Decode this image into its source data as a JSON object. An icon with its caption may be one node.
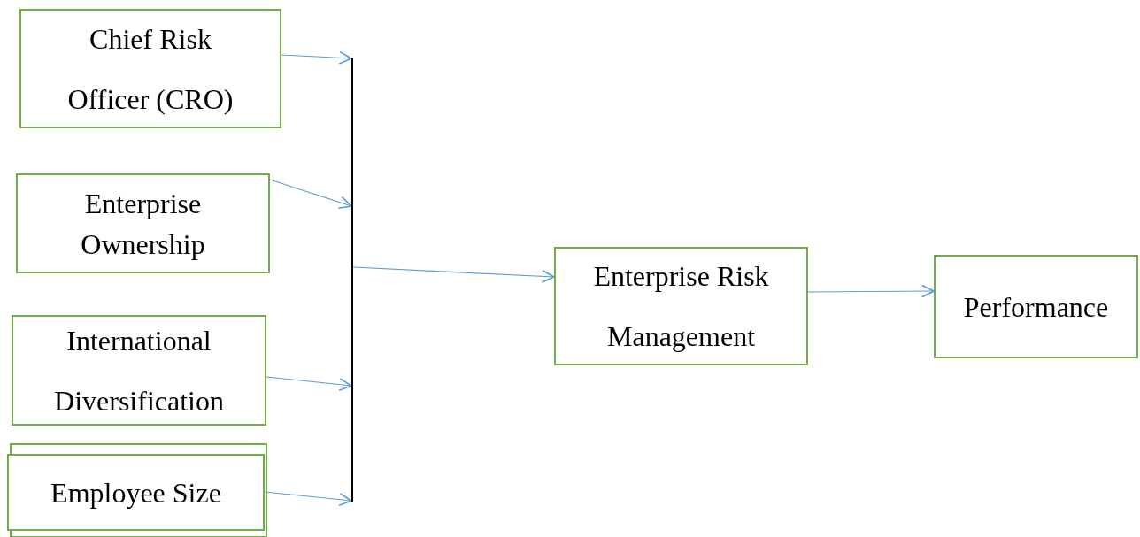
{
  "diagram": {
    "nodes": [
      {
        "text": [
          "Chief Risk Officer (CRO)"
        ]
      },
      {
        "text": [
          "Enterprise Ownership"
        ]
      },
      {
        "text": [
          "International Diversification"
        ]
      },
      {
        "text": [
          "Employee Size"
        ]
      },
      {
        "text": [],
        "shape": "bar"
      },
      {
        "text": [
          "Enterprise Risk Management"
        ]
      },
      {
        "text": [
          "Performance"
        ]
      }
    ],
    "edges": [
      {
        "from": 0,
        "to": 4,
        "arrow": "to"
      },
      {
        "from": 1,
        "to": 4,
        "arrow": "to"
      },
      {
        "from": 2,
        "to": 4,
        "arrow": "to"
      },
      {
        "from": 3,
        "to": 4,
        "arrow": "to"
      },
      {
        "from": 4,
        "to": 5,
        "arrow": "to"
      },
      {
        "from": 5,
        "to": 6,
        "arrow": "to"
      }
    ]
  }
}
